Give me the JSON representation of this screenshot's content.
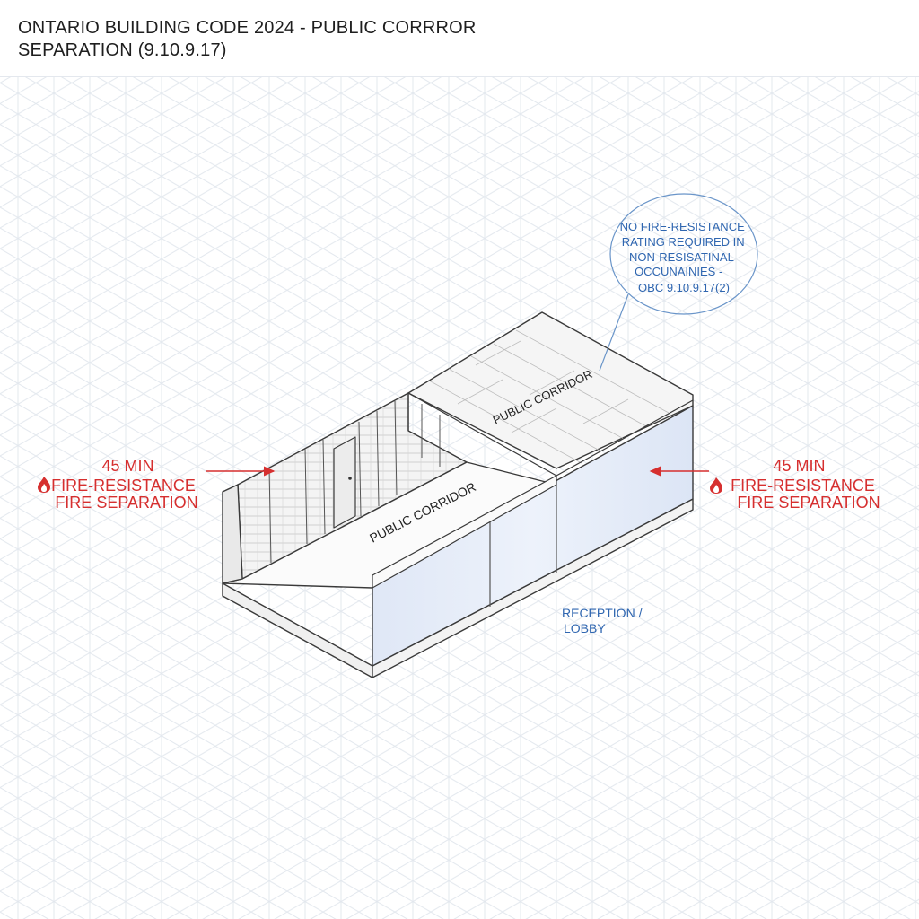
{
  "header": {
    "title_line1": "ONTARIO BUILDING CODE 2024 - PUBLIC CORRROR",
    "title_line2": "SEPARATION (9.10.9.17)"
  },
  "labels": {
    "corridor_floor": "PUBLIC CORRIDOR",
    "corridor_ceiling": "PUBLIC CORRIDOR",
    "reception": [
      "RECEPTION /",
      "LOBBY"
    ]
  },
  "callouts": {
    "left": [
      "45 MIN",
      "FIRE-RESISTANCE",
      "FIRE SEPARATION"
    ],
    "right": [
      "45 MIN",
      "FIRE-RESISTANCE",
      "FIRE SEPARATION"
    ],
    "note": [
      "NO FIRE-RESISTANCE",
      "RATING REQUIRED IN",
      "NON-RESISATINAL",
      "OCCUNAINIES -",
      "OBC 9.10.9.17(2)"
    ]
  },
  "icons": {
    "fire": "fire-icon"
  },
  "colors": {
    "fire_red": "#d62f2f",
    "note_blue": "#2f66b0",
    "line": "#3a3a3a",
    "grid": "#e3e8ee",
    "glass": "#e6ecf8"
  }
}
